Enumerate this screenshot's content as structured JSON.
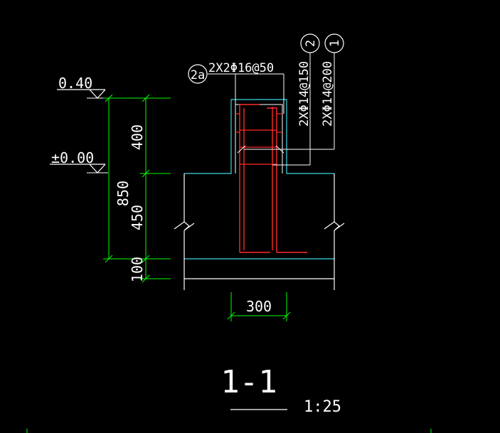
{
  "drawing": {
    "section_title": "1-1",
    "scale": "1:25",
    "level_top": "0.40",
    "level_ground": "±0.00",
    "dim_upper": "400",
    "dim_lower": "450",
    "dim_total": "850",
    "dim_base": "100",
    "dim_width": "300",
    "callout_2a": {
      "tag": "2a",
      "spec": "2X2Φ16@50"
    },
    "callout_2": {
      "tag": "2",
      "spec": "2XΦ14@150"
    },
    "callout_1": {
      "tag": "1",
      "spec": "2XΦ14@200"
    },
    "colors": {
      "background": "#000000",
      "text": "#ffffff",
      "dimension": "#00ff00",
      "concrete": "#3ad6e6",
      "rebar": "#ff2a2a"
    }
  }
}
